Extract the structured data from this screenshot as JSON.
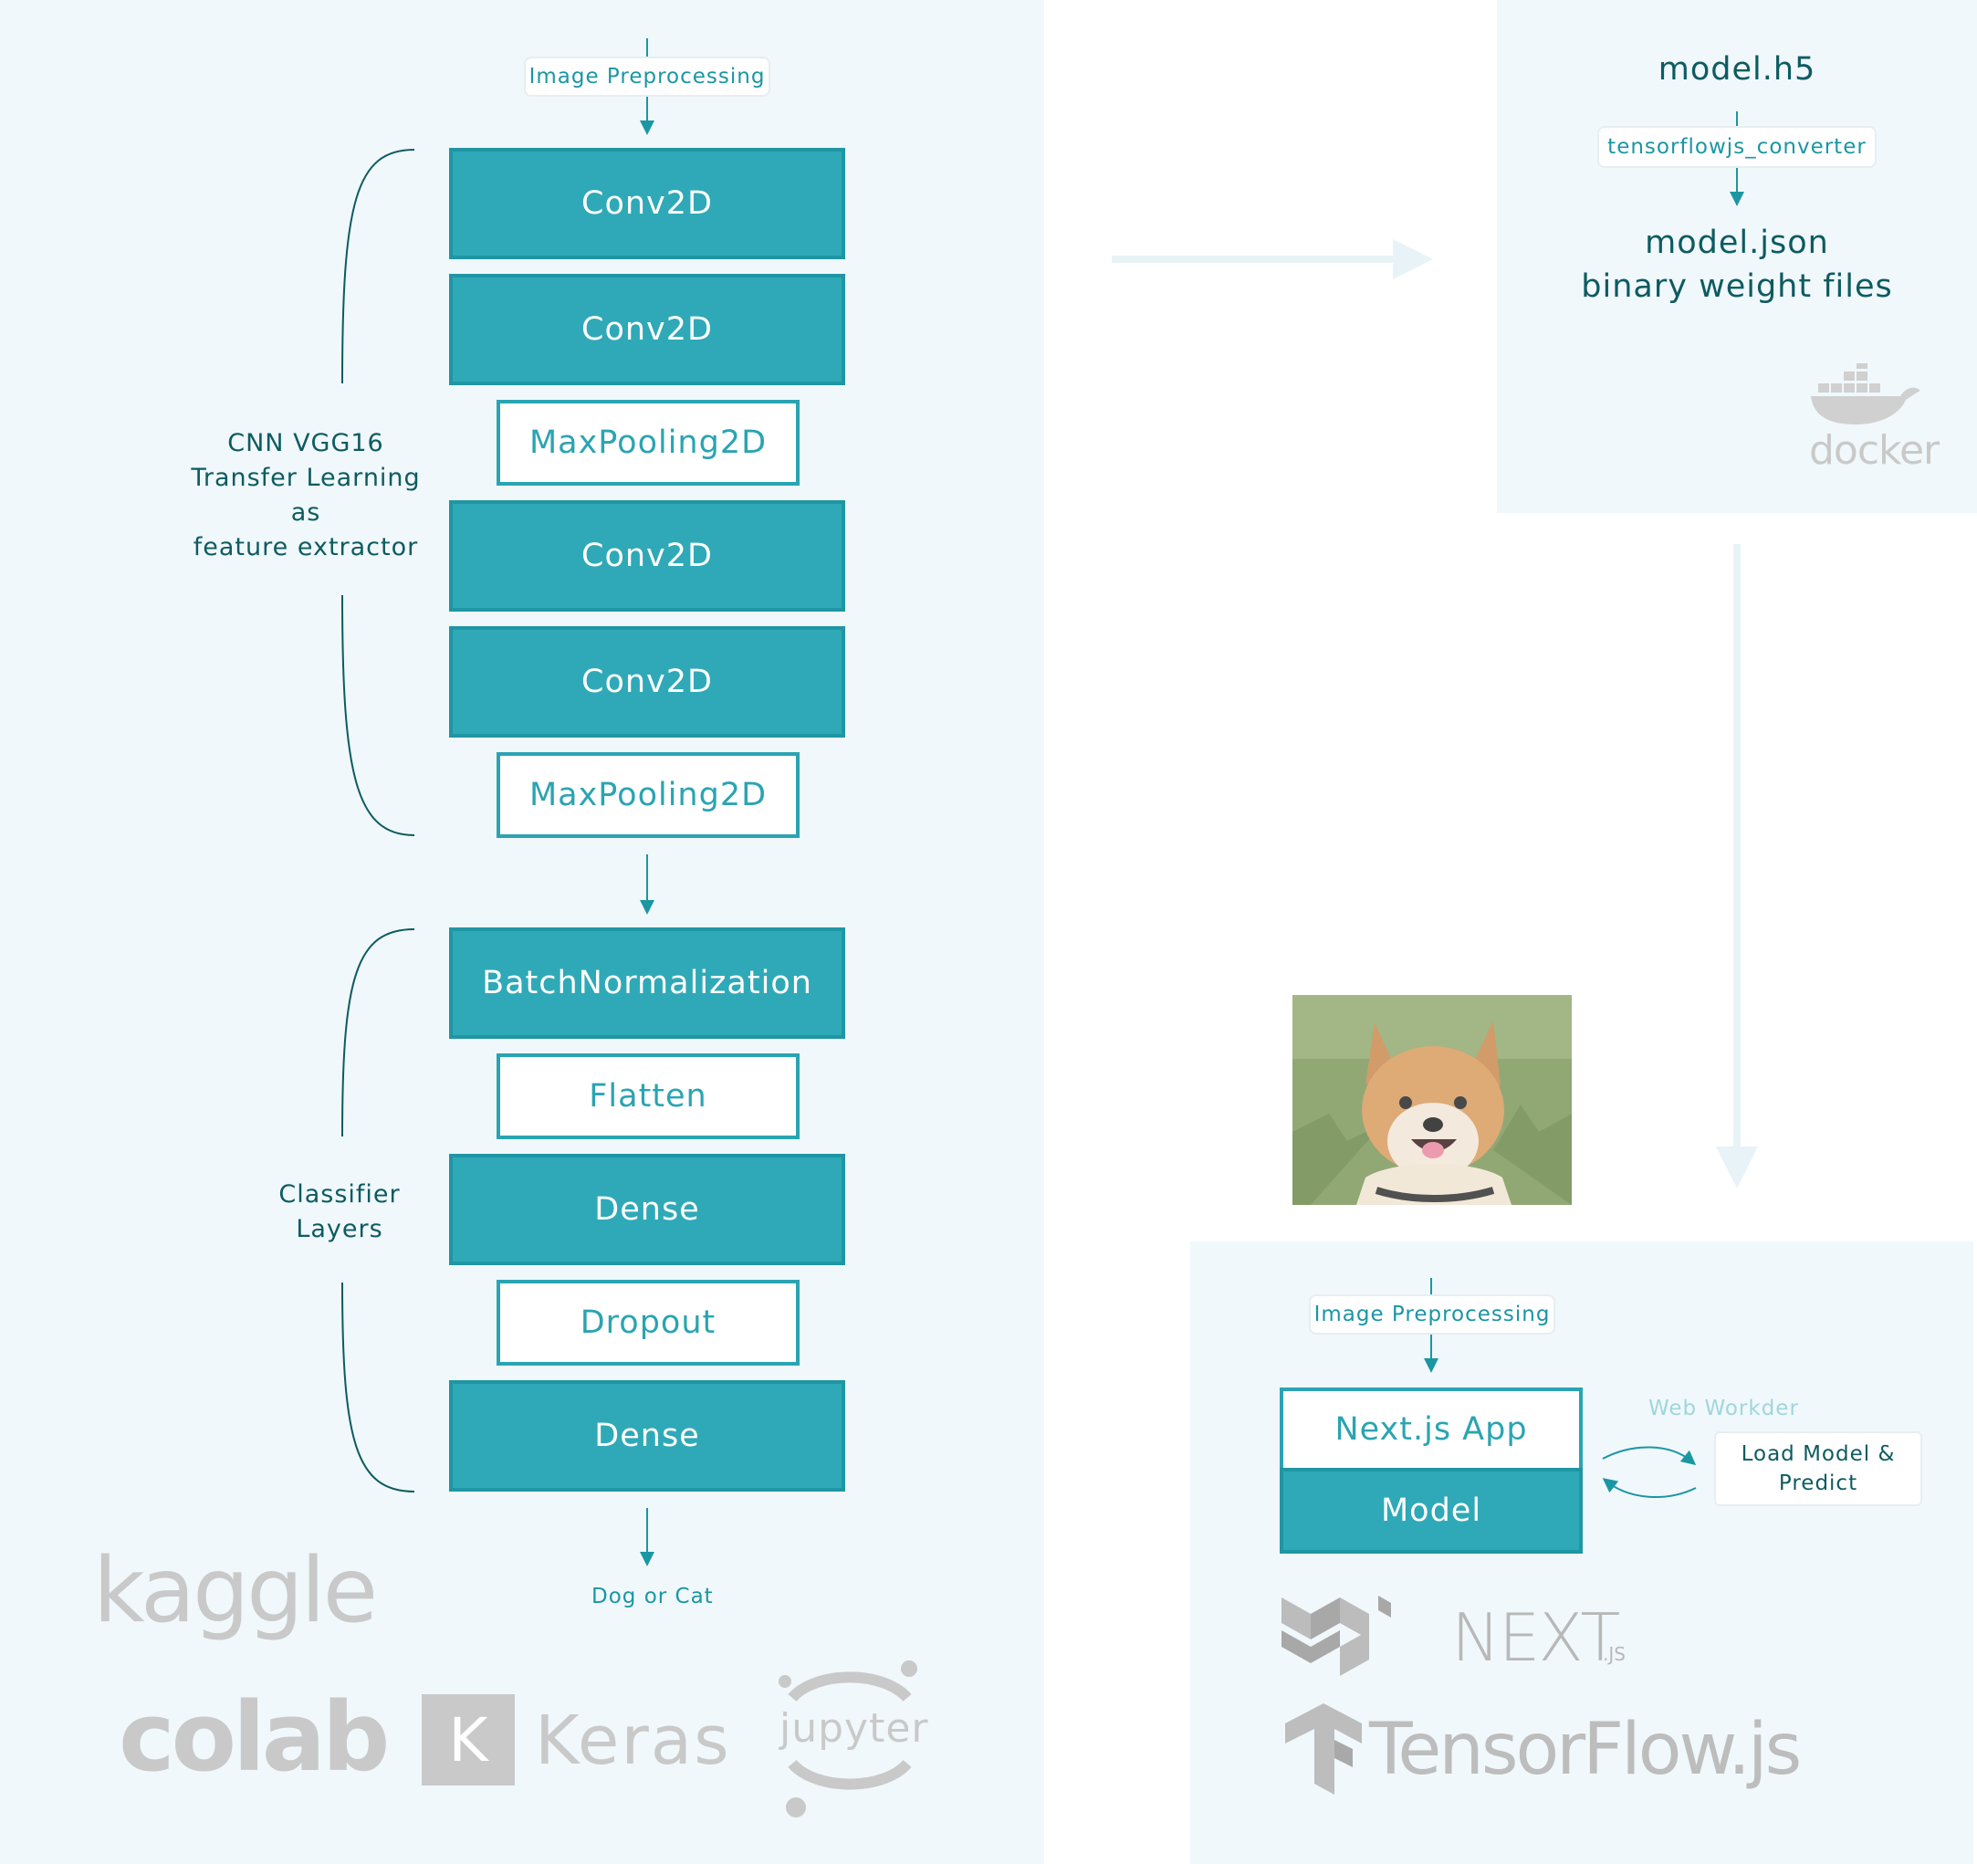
{
  "left_pipeline": {
    "input_label": "Image Preprocessing",
    "layers": [
      {
        "label": "Conv2D",
        "style": "filled"
      },
      {
        "label": "Conv2D",
        "style": "filled"
      },
      {
        "label": "MaxPooling2D",
        "style": "outline"
      },
      {
        "label": "Conv2D",
        "style": "filled"
      },
      {
        "label": "Conv2D",
        "style": "filled"
      },
      {
        "label": "MaxPooling2D",
        "style": "outline"
      },
      {
        "label": "BatchNormalization",
        "style": "filled"
      },
      {
        "label": "Flatten",
        "style": "outline"
      },
      {
        "label": "Dense",
        "style": "filled"
      },
      {
        "label": "Dropout",
        "style": "outline"
      },
      {
        "label": "Dense",
        "style": "filled"
      }
    ],
    "feature_group_label": "CNN VGG16\nTransfer Learning\nas\nfeature extractor",
    "classifier_group_label": "Classifier\nLayers",
    "output_label": "Dog or Cat"
  },
  "conversion": {
    "source": "model.h5",
    "tool": "tensorflowjs_converter",
    "output_line1": "model.json",
    "output_line2": "binary weight files",
    "container_logo": "docker"
  },
  "web_app": {
    "input_label": "Image Preprocessing",
    "app_label": "Next.js App",
    "model_label": "Model",
    "worker_caption": "Web Workder",
    "worker_box": "Load Model &\nPredict"
  },
  "logos": {
    "kaggle": "kaggle",
    "colab": "colab",
    "keras_mark": "K",
    "keras": "Keras",
    "jupyter": "jupyter",
    "nextjs": "NEXT",
    "nextjs_suffix": ".JS",
    "tensorflowjs": "TensorFlow.js"
  },
  "colors": {
    "teal": "#2fa9b7",
    "teal_dark": "#0d5b61",
    "panel": "#f0f8fb",
    "logo_gray": "#c9c9c9"
  }
}
